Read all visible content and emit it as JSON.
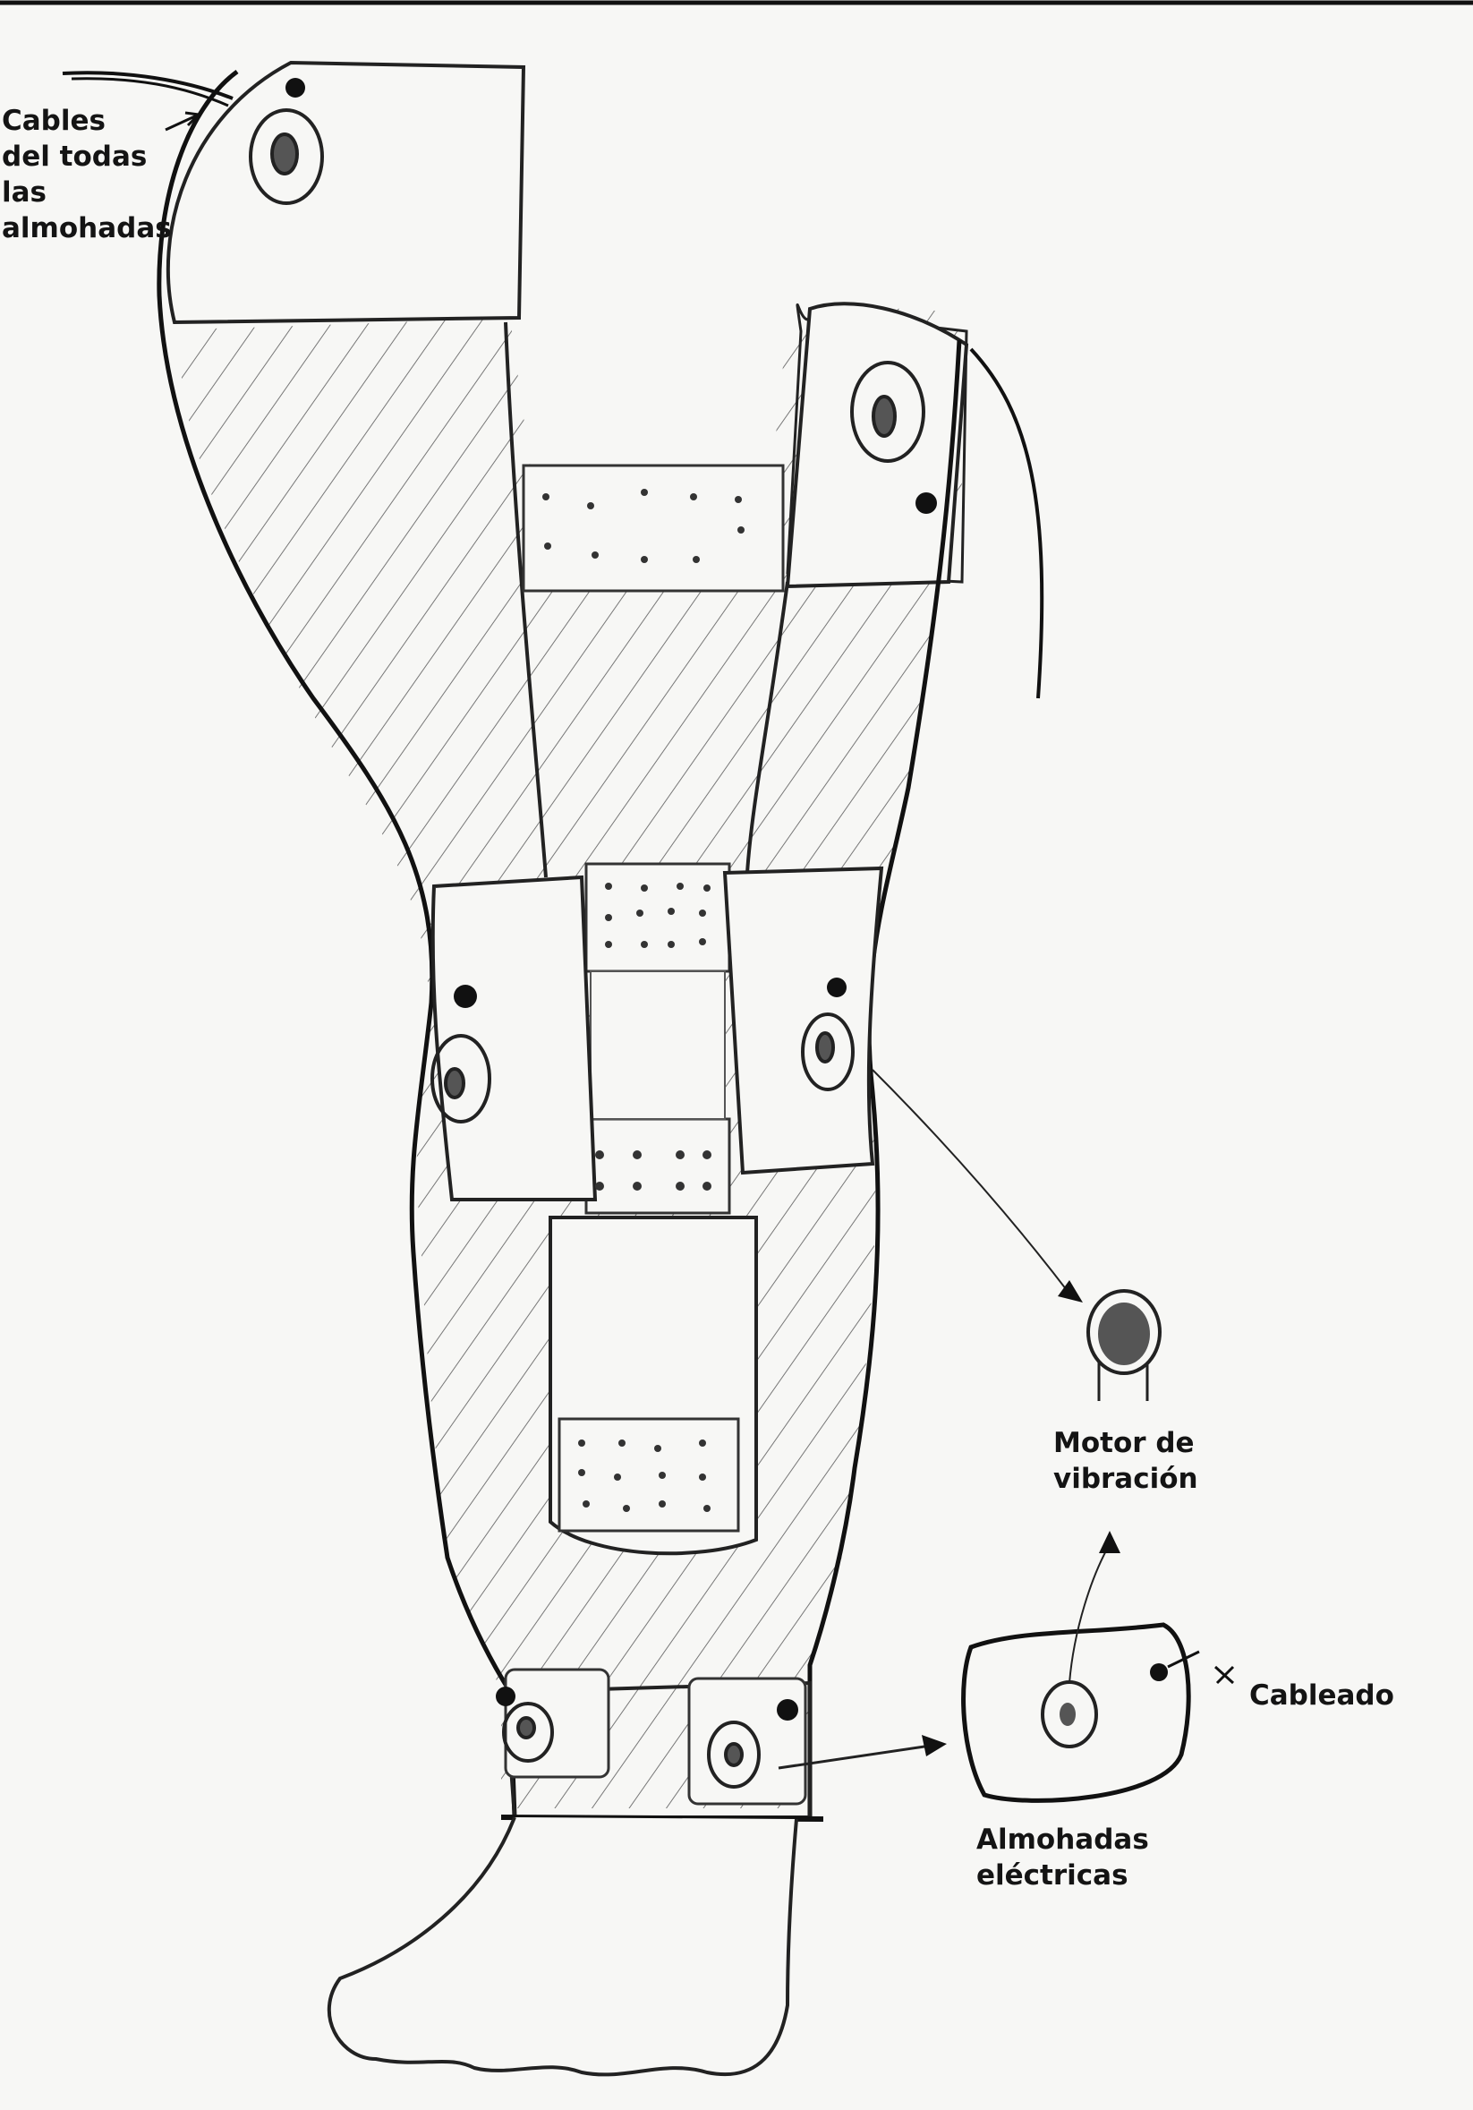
{
  "labels": {
    "cables": [
      "Cables",
      "del todas",
      "las",
      "almohadas"
    ],
    "motor": [
      "Motor de",
      "vibración"
    ],
    "cableado": [
      "Cableado"
    ],
    "almohadas": [
      "Almohadas",
      "eléctricas"
    ]
  },
  "colors": {
    "ink": "#1a1a1a",
    "hatch": "#6b6b6b",
    "paper": "#f7f7f5"
  }
}
